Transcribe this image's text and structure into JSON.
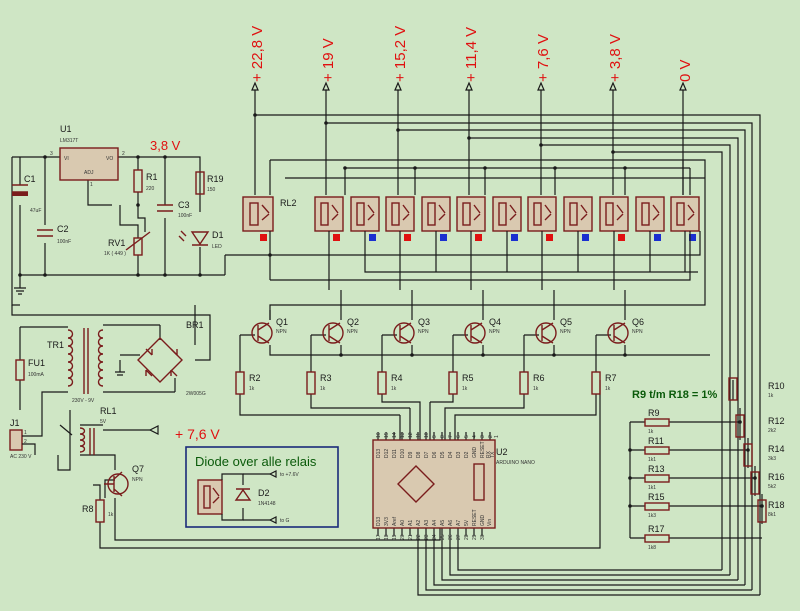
{
  "voltage_labels": [
    "+ 22,8 V",
    "+ 19 V",
    "+ 15,2 V",
    "+ 11,4 V",
    "+ 7,6 V",
    "+ 3,8 V",
    "0 V"
  ],
  "regulator": {
    "ref": "U1",
    "part": "LM317T",
    "pin_vi": "VI",
    "pin_vo": "VO",
    "pin_adj": "ADJ",
    "pin3": "3",
    "pin2": "2",
    "pin1": "1"
  },
  "reg_out_label": "3,8 V",
  "caps": [
    {
      "ref": "C1",
      "value": "47uF"
    },
    {
      "ref": "C2",
      "value": "100nF"
    },
    {
      "ref": "C3",
      "value": "100nF"
    }
  ],
  "r1": {
    "ref": "R1",
    "value": "220"
  },
  "r19": {
    "ref": "R19",
    "value": "150"
  },
  "rv1": {
    "ref": "RV1",
    "value": "1K ( 449 )"
  },
  "d1": {
    "ref": "D1",
    "value": "LED"
  },
  "rl2": "RL2",
  "transformer": {
    "ref": "TR1",
    "value": "230V - 9V"
  },
  "bridge": {
    "ref": "BR1",
    "value": "2W005G"
  },
  "fuse": {
    "ref": "FU1",
    "value": "100mA"
  },
  "jack": {
    "ref": "J1",
    "value": "AC 230 V",
    "pin1": "1",
    "pin2": "2"
  },
  "rl1": {
    "ref": "RL1",
    "value": "5V"
  },
  "output_label": "+ 7,6 V",
  "q7": {
    "ref": "Q7",
    "type": "NPN"
  },
  "r8": {
    "ref": "R8",
    "value": "1k"
  },
  "transistors": [
    {
      "ref": "Q1",
      "type": "NPN"
    },
    {
      "ref": "Q2",
      "type": "NPN"
    },
    {
      "ref": "Q3",
      "type": "NPN"
    },
    {
      "ref": "Q4",
      "type": "NPN"
    },
    {
      "ref": "Q5",
      "type": "NPN"
    },
    {
      "ref": "Q6",
      "type": "NPN"
    }
  ],
  "base_resistors": [
    {
      "ref": "R2",
      "value": "1k"
    },
    {
      "ref": "R3",
      "value": "1k"
    },
    {
      "ref": "R4",
      "value": "1k"
    },
    {
      "ref": "R5",
      "value": "1k"
    },
    {
      "ref": "R6",
      "value": "1k"
    },
    {
      "ref": "R7",
      "value": "1k"
    }
  ],
  "divider_note": "R9 t/m R18 = 1%",
  "divider_left": [
    {
      "ref": "R9",
      "value": "1k"
    },
    {
      "ref": "R11",
      "value": "1k1"
    },
    {
      "ref": "R13",
      "value": "1k1"
    },
    {
      "ref": "R15",
      "value": "1k3"
    },
    {
      "ref": "R17",
      "value": "1k8"
    }
  ],
  "divider_right": [
    {
      "ref": "R10",
      "value": "1k"
    },
    {
      "ref": "R12",
      "value": "2k2"
    },
    {
      "ref": "R14",
      "value": "3k3"
    },
    {
      "ref": "R16",
      "value": "5k2"
    },
    {
      "ref": "R18",
      "value": "8k1"
    }
  ],
  "mcu": {
    "ref": "U2",
    "part": "ARDUINO NANO",
    "top_pins": [
      "D13",
      "D12",
      "D11",
      "D10",
      "D9",
      "D8",
      "D7",
      "D6",
      "D5",
      "D4",
      "D3",
      "D2",
      "GND",
      "RESET",
      "RX",
      "TX"
    ],
    "bottom_pins": [
      "D13",
      "3V3",
      "Aref",
      "A0",
      "A1",
      "A2",
      "A3",
      "A4",
      "A5",
      "A6",
      "A7",
      "5V",
      "RESET",
      "GND",
      "Vin"
    ],
    "top_nums": [
      "16",
      "15",
      "14",
      "13",
      "12",
      "11",
      "10",
      "9",
      "8",
      "7",
      "6",
      "5",
      "4",
      "3",
      "2",
      "1"
    ],
    "bottom_nums": [
      "17",
      "18",
      "19",
      "20",
      "21",
      "22",
      "23",
      "24",
      "25",
      "26",
      "27",
      "28",
      "29",
      "30"
    ]
  },
  "inset": {
    "title": "Diode over alle relais",
    "d2_ref": "D2",
    "d2_value": "1N4148",
    "to_plus": "to +7.6V",
    "to_gnd": "to G"
  },
  "colors": {
    "background": "#cfe6c5",
    "component": "#7a1c1c",
    "label_red": "#e01010",
    "dot_red": "#e01010",
    "dot_blue": "#1a2fd0",
    "inset_border": "#1a2a7a",
    "inset_title": "#0a5a0a"
  }
}
